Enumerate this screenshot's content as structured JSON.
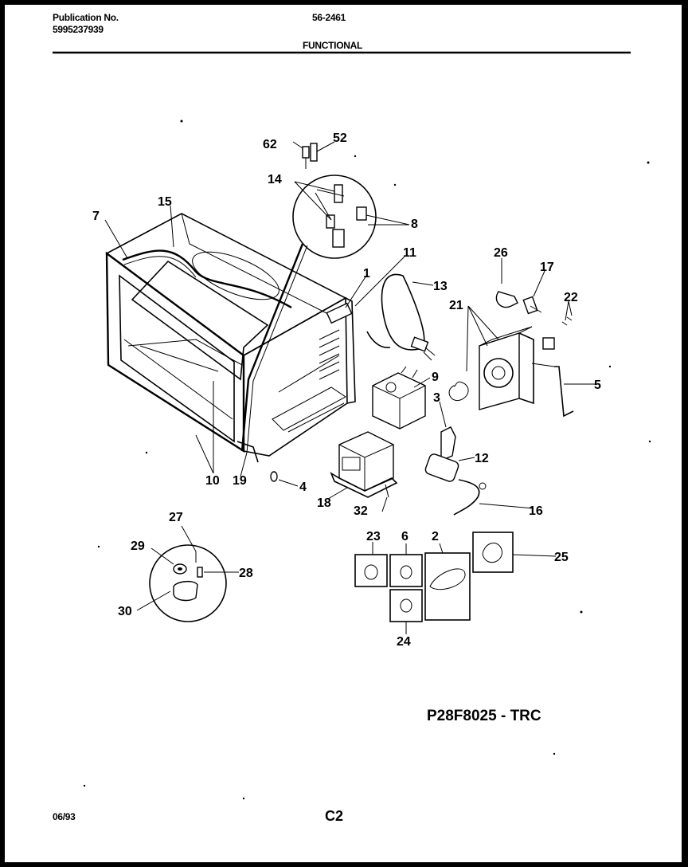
{
  "header": {
    "publication_label": "Publication No.",
    "publication_number": "5995237939",
    "doc_code": "56-2461",
    "section": "FUNCTIONAL"
  },
  "footer": {
    "date": "06/93",
    "page": "C2"
  },
  "model_number": "P28F8025 - TRC",
  "callouts": [
    "62",
    "52",
    "14",
    "8",
    "15",
    "7",
    "11",
    "1",
    "13",
    "26",
    "17",
    "22",
    "21",
    "9",
    "5",
    "3",
    "12",
    "16",
    "10",
    "19",
    "4",
    "18",
    "32",
    "27",
    "29",
    "28",
    "30",
    "23",
    "6",
    "2",
    "25",
    "24"
  ]
}
